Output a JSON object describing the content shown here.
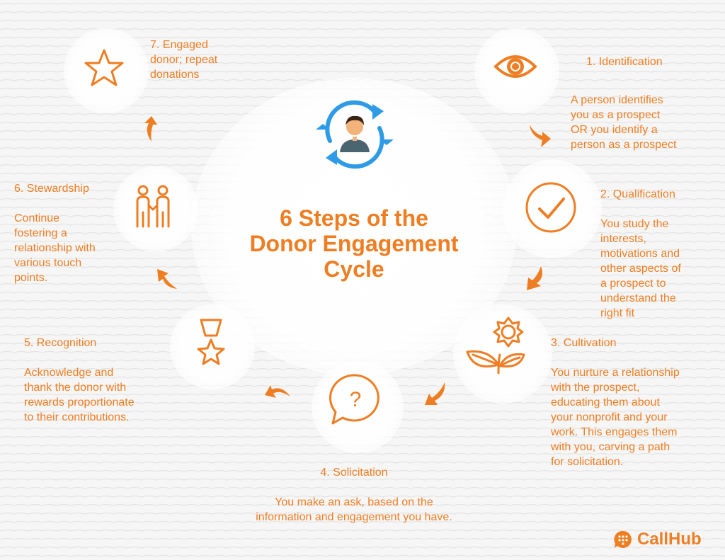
{
  "title": "6 Steps of the\nDonor Engagement\nCycle",
  "steps": [
    {
      "label": "1. Identification",
      "desc": "A person identifies\nyou as a prospect\nOR you identify a\nperson as a prospect",
      "icon": "eye-icon"
    },
    {
      "label": "2. Qualification",
      "desc": "You study the\ninterests,\nmotivations and\nother aspects of\na prospect to\nunderstand the\nright fit",
      "icon": "checkmark-circle-icon"
    },
    {
      "label": "3. Cultivation",
      "desc": "You nurture a relationship\nwith the prospect,\neducating them about\nyour nonprofit and your\nwork. This engages them\nwith you, carving a path\nfor solicitation.",
      "icon": "sprouting-plant-icon"
    },
    {
      "label": "4. Solicitation",
      "desc": "You make an ask, based on the\ninformation and engagement you have.",
      "icon": "question-bubble-icon"
    },
    {
      "label": "5. Recognition",
      "desc": "Acknowledge and\nthank the donor with\nrewards proportionate\nto their contributions.",
      "icon": "medal-icon"
    },
    {
      "label": "6. Stewardship",
      "desc": "Continue\nfostering a\nrelationship with\nvarious touch\npoints.",
      "icon": "handshake-icon"
    },
    {
      "label": "7. Engaged\ndonor; repeat\ndonations",
      "desc": "",
      "icon": "star-icon"
    }
  ],
  "logo": {
    "text": "CallHub"
  },
  "colors": {
    "accent": "#ef7d22",
    "center_icon_blue": "#2e9be6"
  }
}
